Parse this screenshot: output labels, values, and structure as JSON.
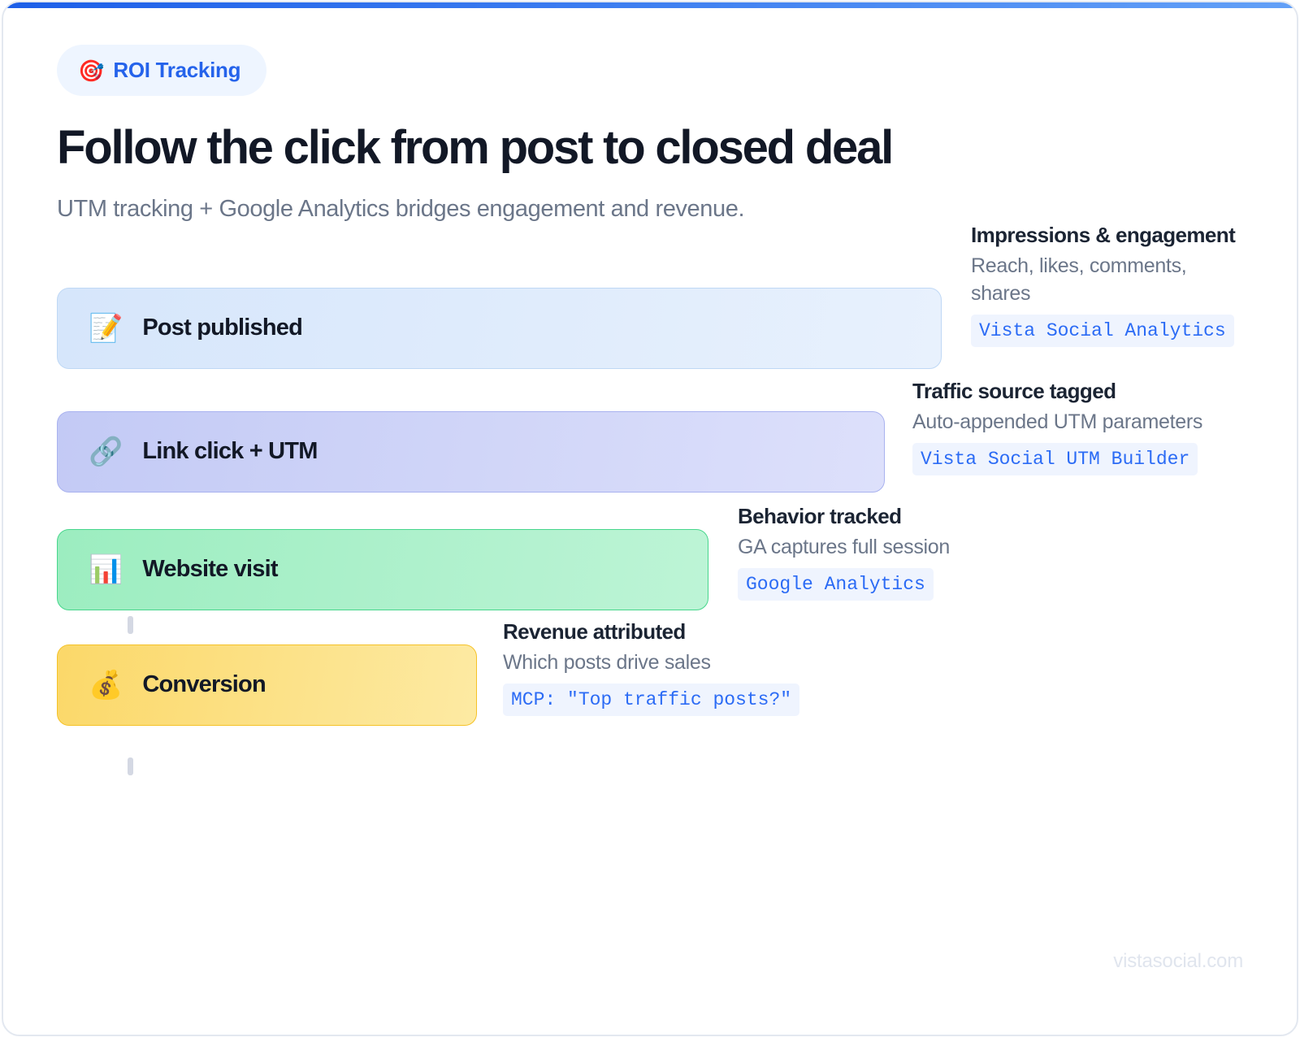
{
  "badge": {
    "icon": "🎯",
    "icon_name": "target-icon",
    "label": "ROI Tracking"
  },
  "header": {
    "title": "Follow the click from post to closed deal",
    "subtitle": "UTM tracking + Google Analytics bridges engagement and revenue."
  },
  "funnel": {
    "stages": [
      {
        "emoji": "📝",
        "emoji_name": "memo-icon",
        "title": "Post published",
        "meta_title": "Impressions & engagement",
        "meta_desc": "Reach, likes, comments, shares",
        "tag": "Vista Social Analytics",
        "bar_color_start": "#d6e6fb",
        "bar_color_end": "#e8f1fd",
        "bar_border": "#bfd8f5"
      },
      {
        "emoji": "🔗",
        "emoji_name": "link-icon",
        "title": "Link click + UTM",
        "meta_title": "Traffic source tagged",
        "meta_desc": "Auto-appended UTM parameters",
        "tag": "Vista Social UTM Builder",
        "bar_color_start": "#c3caf5",
        "bar_color_end": "#dde0fb",
        "bar_border": "#a9b2ef"
      },
      {
        "emoji": "📊",
        "emoji_name": "bar-chart-icon",
        "title": "Website visit",
        "meta_title": "Behavior tracked",
        "meta_desc": "GA captures full session",
        "tag": "Google Analytics",
        "bar_color_start": "#9cedc0",
        "bar_color_end": "#bdf4d6",
        "bar_border": "#47d68c"
      },
      {
        "emoji": "💰",
        "emoji_name": "money-bag-icon",
        "title": "Conversion",
        "meta_title": "Revenue attributed",
        "meta_desc": "Which posts drive sales",
        "tag": "MCP: \"Top traffic posts?\"",
        "bar_color_start": "#fbd869",
        "bar_color_end": "#fdeaa3",
        "bar_border": "#f5c228"
      }
    ]
  },
  "footer": {
    "watermark": "vistasocial.com"
  },
  "colors": {
    "accent_blue": "#2563eb",
    "tag_text": "#2b6bf5",
    "tag_bg": "#eff4fe",
    "title_dark": "#121826",
    "muted_text": "#6b7689",
    "top_accent_start": "#1d5fe8",
    "top_accent_end": "#63a0f7"
  }
}
